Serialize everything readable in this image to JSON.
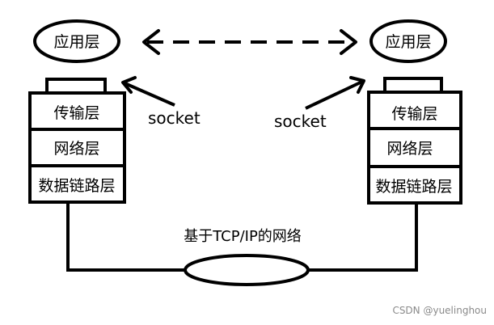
{
  "left_stack": {
    "app_layer": "应用层",
    "transport_layer": "传输层",
    "network_layer": "网络层",
    "link_layer": "数据链路层",
    "socket_label": "socket"
  },
  "right_stack": {
    "app_layer": "应用层",
    "transport_layer": "传输层",
    "network_layer": "网络层",
    "link_layer": "数据链路层",
    "socket_label": "socket"
  },
  "network_label": "基于TCP/IP的网络",
  "watermark": "CSDN @yuelinghou",
  "colors": {
    "stroke": "#000000",
    "background": "#ffffff",
    "watermark": "#8a8a8a"
  }
}
